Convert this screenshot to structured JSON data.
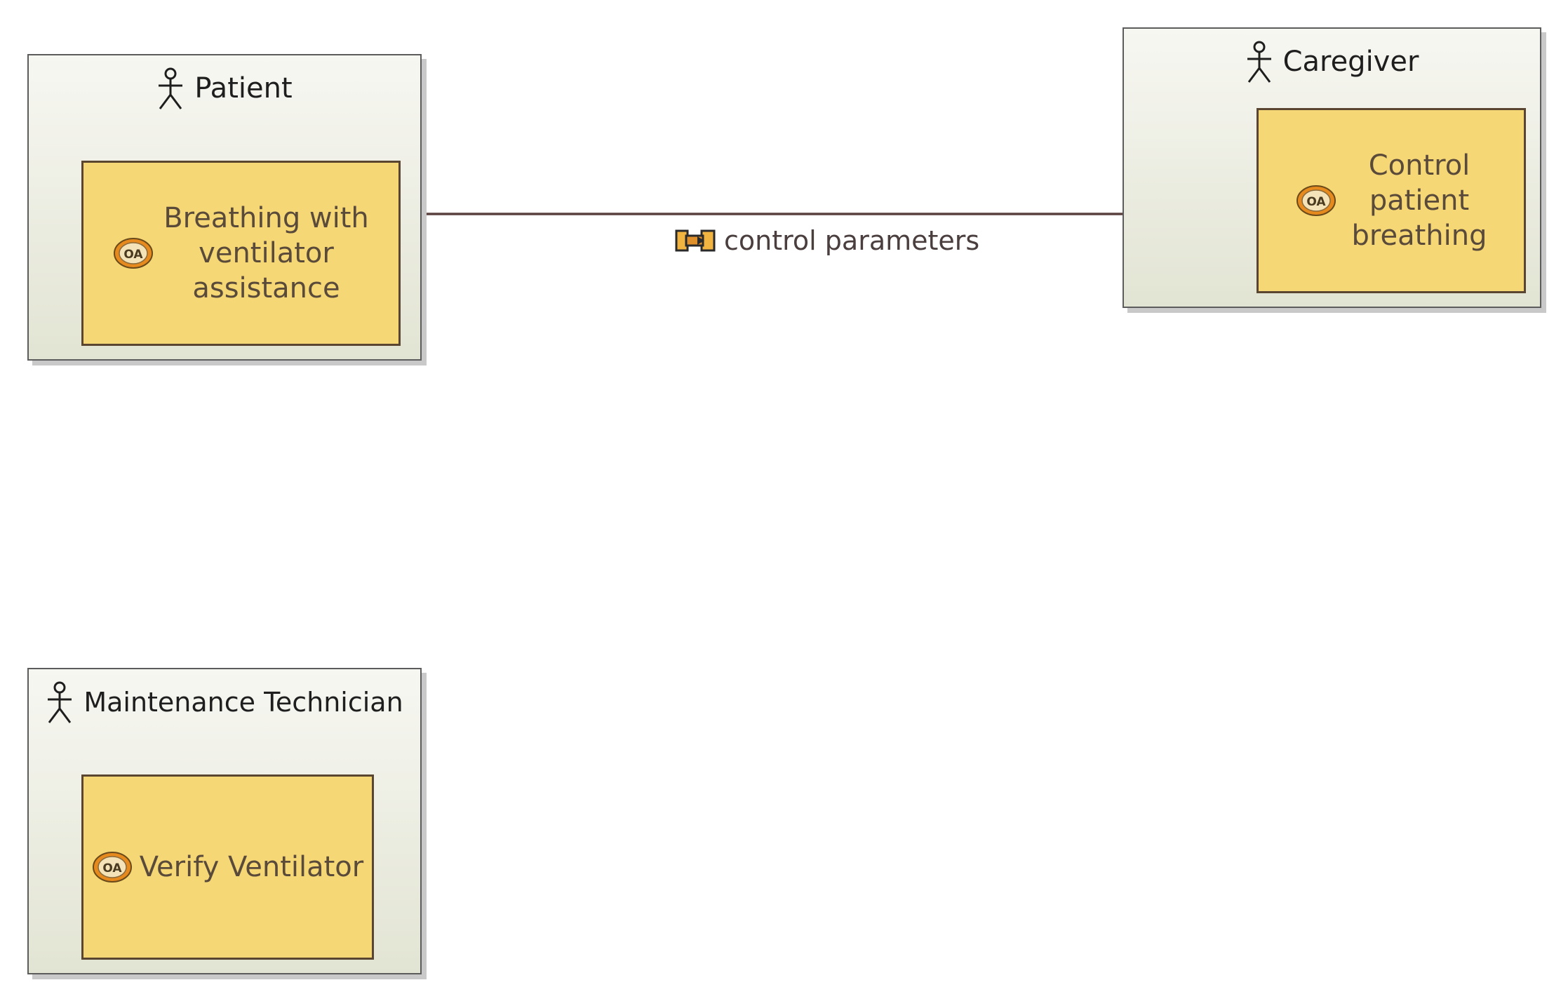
{
  "diagram": {
    "actors": [
      {
        "id": "patient",
        "name": "Patient",
        "activity": {
          "label_lines": [
            "Breathing with",
            "ventilator",
            "assistance"
          ],
          "badge": "OA"
        }
      },
      {
        "id": "caregiver",
        "name": "Caregiver",
        "activity": {
          "label_lines": [
            "Control",
            "patient",
            "breathing"
          ],
          "badge": "OA"
        }
      },
      {
        "id": "maintenance-technician",
        "name": "Maintenance Technician",
        "activity": {
          "label_lines": [
            "Verify Ventilator"
          ],
          "badge": "OA"
        }
      }
    ],
    "exchanges": [
      {
        "label": "control parameters",
        "from": "Control patient breathing",
        "to": "Breathing with ventilator assistance",
        "icon": "interaction-icon"
      }
    ]
  },
  "colors": {
    "actor_fill_top": "#f7f7f2",
    "actor_fill_bottom": "#e2e4d3",
    "activity_fill": "#f5d776",
    "edge": "#5a3f3f"
  }
}
